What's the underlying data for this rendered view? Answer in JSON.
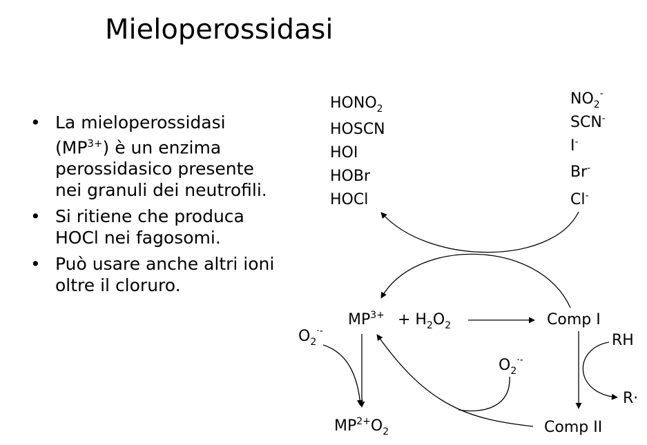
{
  "title": "Mieloperossidasi",
  "bullets": [
    {
      "pre": "La mieloperossidasi (MP",
      "sup": "3+",
      "post": ") è un enzima perossidasico presente nei granuli dei neutrofili."
    },
    {
      "pre": "Si ritiene che produca HOCl nei fagosomi.",
      "sup": "",
      "post": ""
    },
    {
      "pre": "Può usare anche altri ioni oltre il cloruro.",
      "sup": "",
      "post": ""
    }
  ],
  "bullet_glyph": "•",
  "diagram": {
    "products": [
      {
        "main": "HONO",
        "sub": "2"
      },
      {
        "main": "HOSCN",
        "sub": ""
      },
      {
        "main": "HOI",
        "sub": ""
      },
      {
        "main": "HOBr",
        "sub": ""
      },
      {
        "main": "HOCl",
        "sub": ""
      }
    ],
    "substrates": [
      {
        "main": "NO",
        "sub": "2",
        "sup": "-"
      },
      {
        "main": "SCN",
        "sub": "",
        "sup": "-"
      },
      {
        "main": "I",
        "sub": "",
        "sup": "-"
      },
      {
        "main": "Br",
        "sub": "",
        "sup": "-"
      },
      {
        "main": "Cl",
        "sub": "",
        "sup": "-"
      }
    ],
    "mp3": {
      "main": "MP",
      "sup": "3+"
    },
    "plus_h2o2": {
      "pre": "+ H",
      "sub1": "2",
      "mid": "O",
      "sub2": "2"
    },
    "comp1": "Comp I",
    "comp2": "Comp II",
    "rh": "RH",
    "r_dot": "R·",
    "superoxide_left": {
      "main": "O",
      "sub": "2",
      "sup": "·-"
    },
    "superoxide_right": {
      "main": "O",
      "sub": "2",
      "sup": "·-"
    },
    "mp2o2": {
      "main": "MP",
      "sup": "2+",
      "post": "O",
      "sub": "2"
    }
  }
}
